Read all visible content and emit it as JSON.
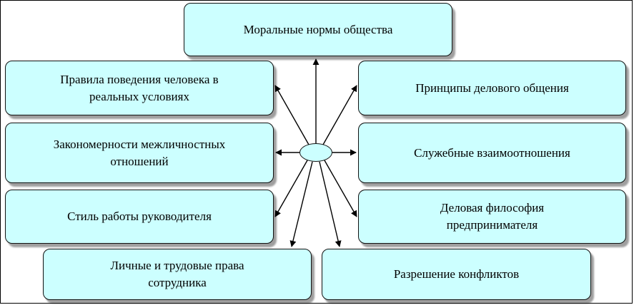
{
  "diagram": {
    "center": "Моральные нормы общества",
    "left": [
      "Правила поведения человека в\nреальных условиях",
      "Закономерности межличностных\nотношений",
      "Стиль работы руководителя"
    ],
    "right": [
      "Принципы делового общения",
      "Служебные взаимоотношения",
      "Деловая философия\nпредпринимателя"
    ],
    "bottom": [
      "Личные и трудовые права\nсотрудника",
      "Разрешение конфликтов"
    ],
    "colors": {
      "box_fill": "#ccffff",
      "border": "#111111",
      "arrow": "#000000"
    }
  }
}
